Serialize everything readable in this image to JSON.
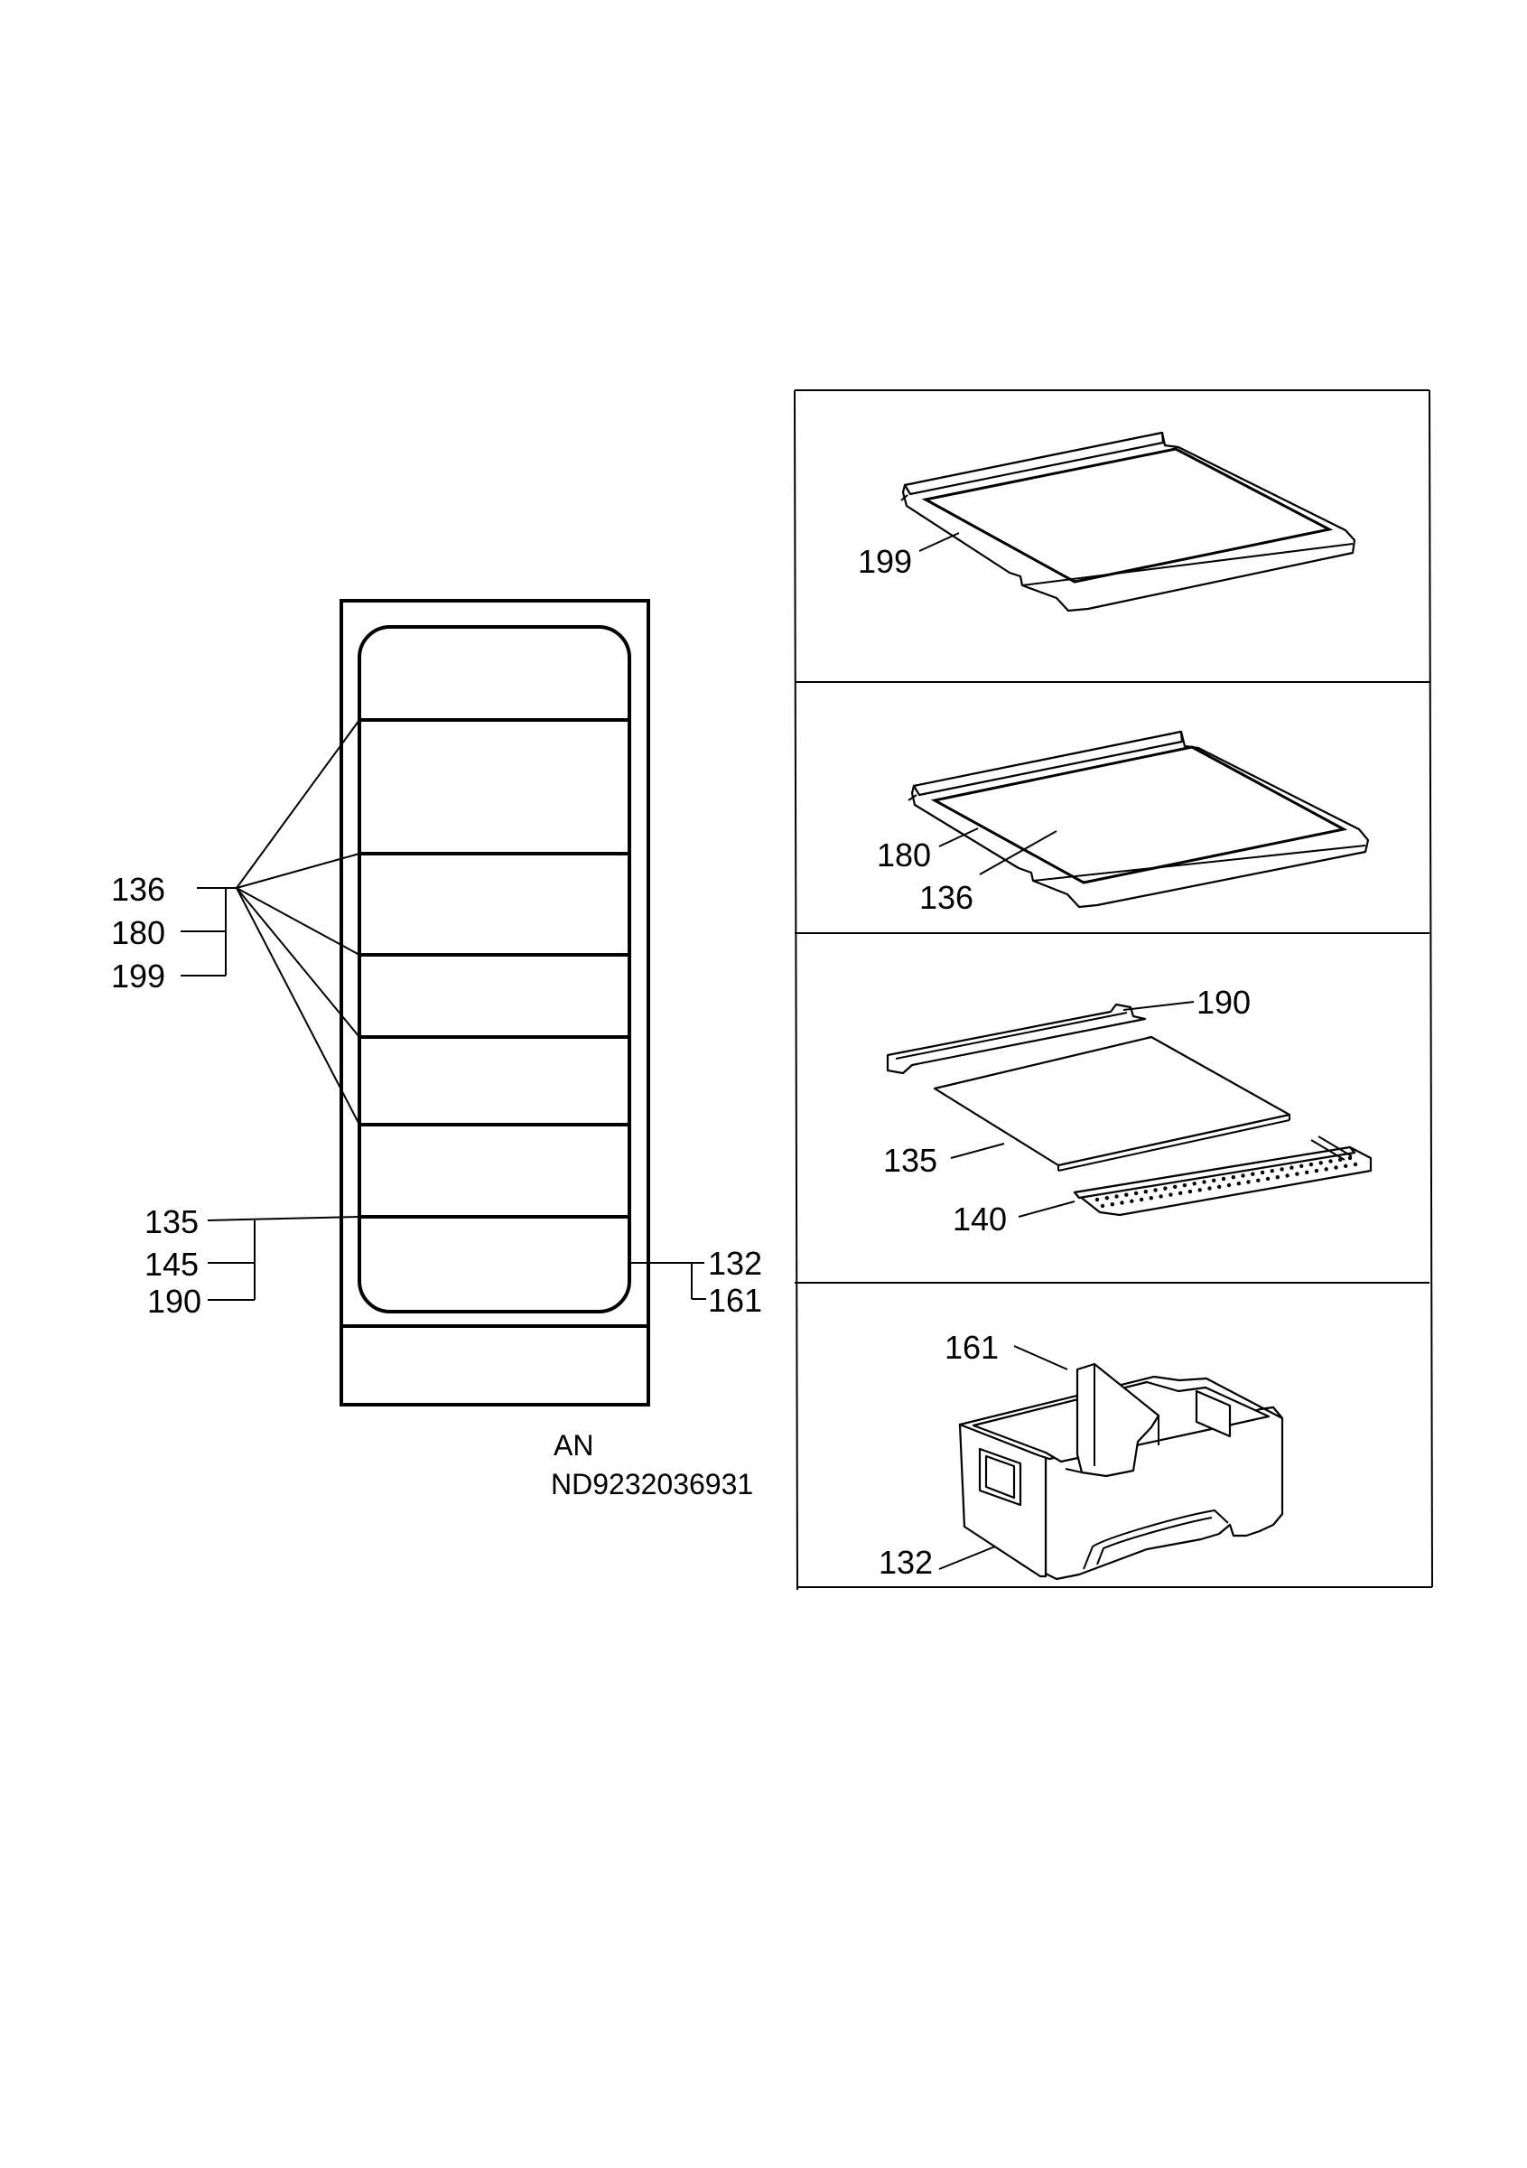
{
  "overview": {
    "shelf_group_labels": [
      "136",
      "180",
      "199"
    ],
    "crisper_glass_labels": [
      "135",
      "145",
      "190"
    ],
    "drawer_labels": [
      "132",
      "161"
    ],
    "code_prefix": "AN",
    "code": "ND9232036931"
  },
  "detail_panels": {
    "panel1": {
      "label_199": "199"
    },
    "panel2": {
      "label_180": "180",
      "label_136": "136"
    },
    "panel3": {
      "label_190": "190",
      "label_135": "135",
      "label_140": "140"
    },
    "panel4": {
      "label_161": "161",
      "label_132": "132"
    }
  }
}
